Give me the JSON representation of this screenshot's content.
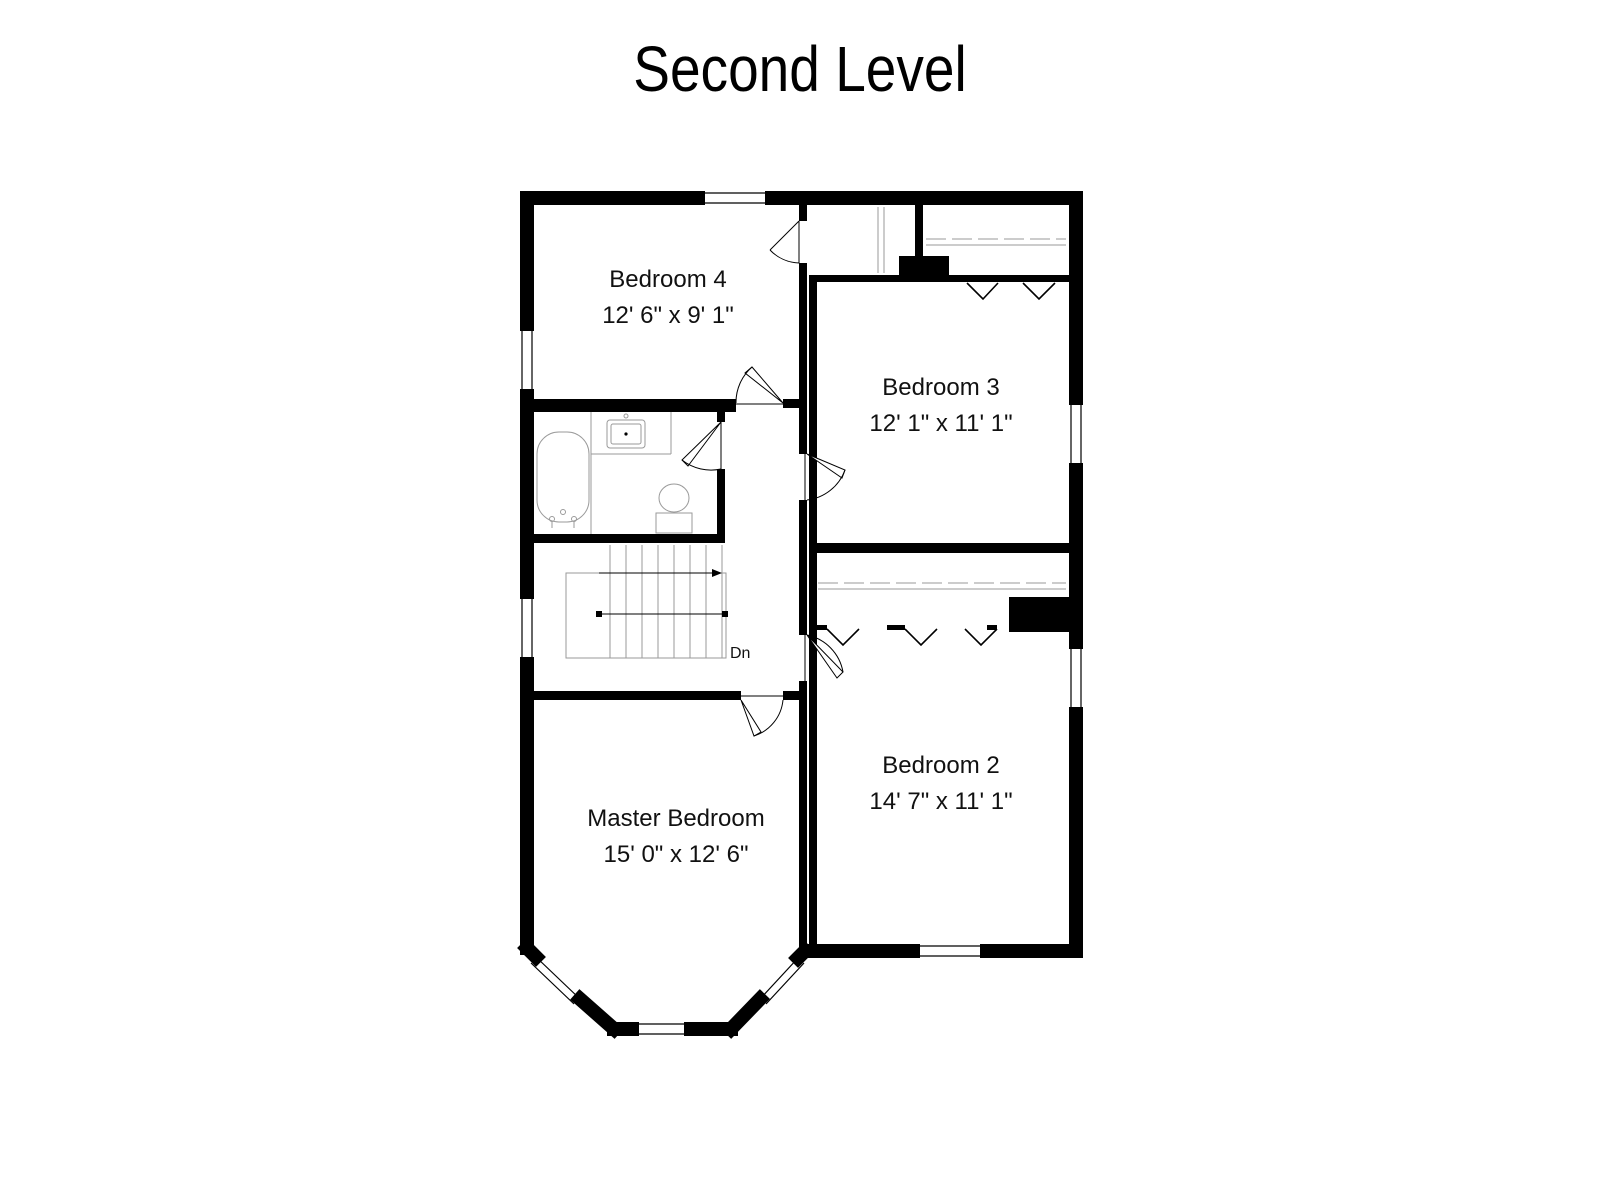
{
  "title": "Second Level",
  "colors": {
    "wall": "#000000",
    "fixture": "#9a9a9a",
    "background": "#ffffff"
  },
  "rooms": {
    "bedroom4": {
      "name": "Bedroom 4",
      "dims": "12' 6\" x 9' 1\""
    },
    "bedroom3": {
      "name": "Bedroom 3",
      "dims": "12' 1\" x 11' 1\""
    },
    "bedroom2": {
      "name": "Bedroom 2",
      "dims": "14' 7\" x 11' 1\""
    },
    "master": {
      "name": "Master Bedroom",
      "dims": "15' 0\" x 12' 6\""
    }
  },
  "stairs": {
    "label": "Dn"
  }
}
